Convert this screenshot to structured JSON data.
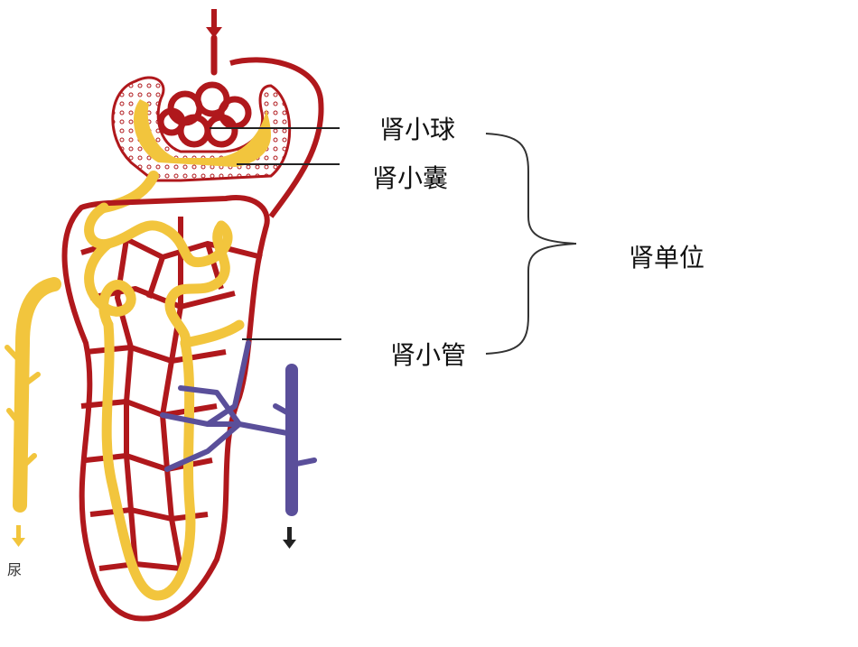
{
  "labels": {
    "glomerulus": "肾小球",
    "capsule": "肾小囊",
    "tubule": "肾小管",
    "nephron": "肾单位",
    "urine": "尿"
  },
  "colors": {
    "artery": "#b0181c",
    "tubule": "#f2c53d",
    "vein": "#5a4f9a",
    "line": "#222222"
  }
}
